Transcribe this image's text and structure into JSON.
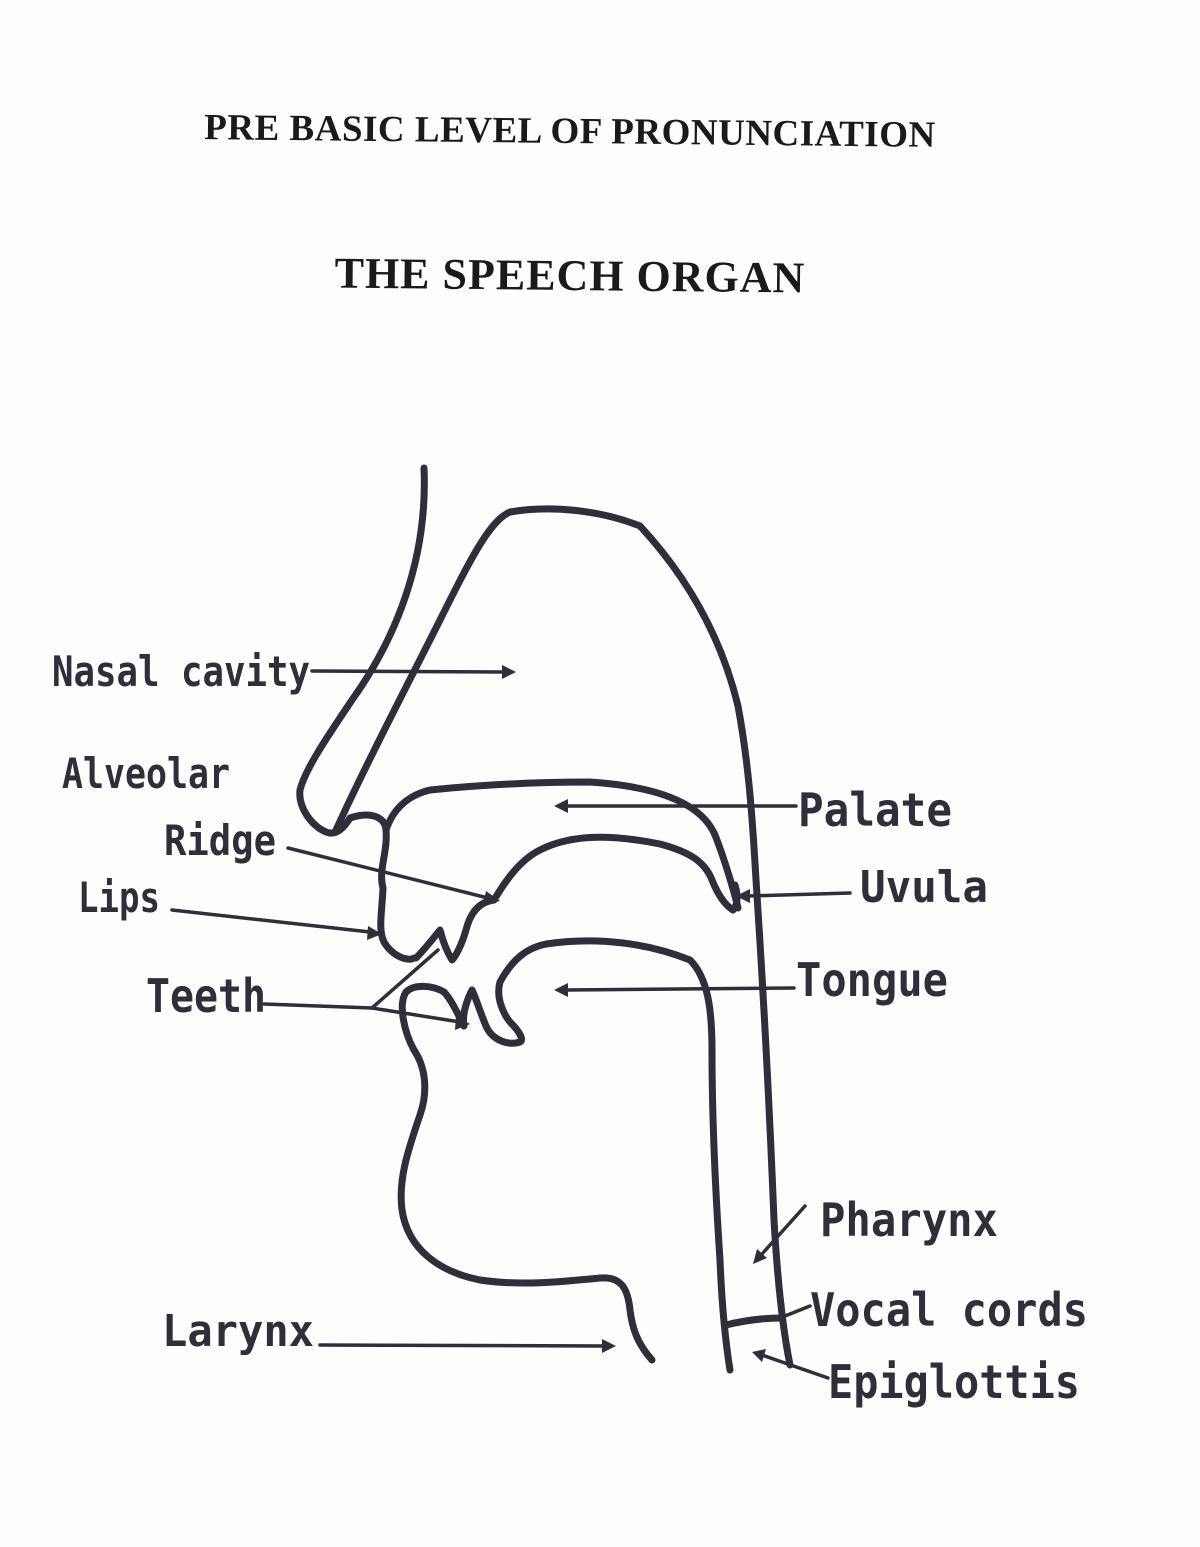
{
  "header": {
    "title": "PRE BASIC LEVEL OF PRONUNCIATION",
    "subtitle": "THE SPEECH ORGAN"
  },
  "diagram": {
    "labels": {
      "nasal_cavity": "Nasal cavity",
      "alveolar": "Alveolar",
      "ridge": "Ridge",
      "lips": "Lips",
      "teeth": "Teeth",
      "larynx": "Larynx",
      "palate": "Palate",
      "uvula": "Uvula",
      "tongue": "Tongue",
      "pharynx": "Pharynx",
      "vocal_cords": "Vocal cords",
      "epiglottis": "Epiglottis"
    }
  }
}
